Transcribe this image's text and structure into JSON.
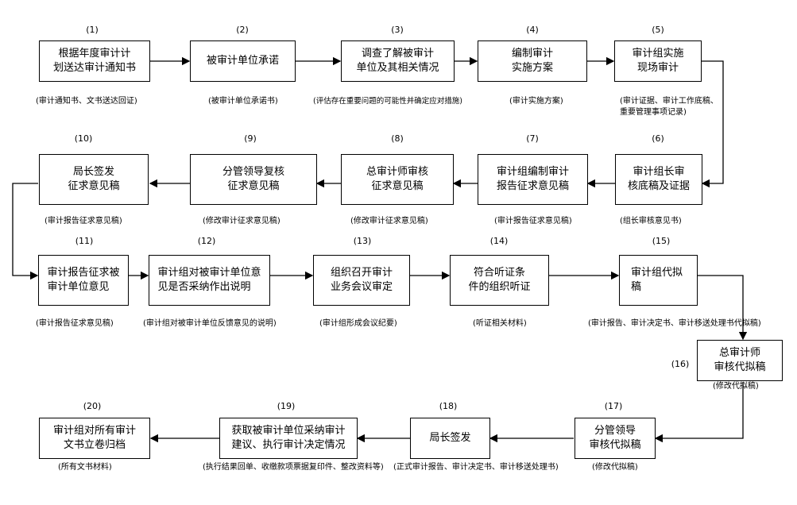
{
  "steps": [
    {
      "num": "(1)",
      "text": "根据年度审计计\n划送达审计通知书",
      "note": "(审计通知书、文书送达回证)"
    },
    {
      "num": "(2)",
      "text": "被审计单位承诺",
      "note": "(被审计单位承诺书)"
    },
    {
      "num": "(3)",
      "text": "调查了解被审计\n单位及其相关情况",
      "note": "(评估存在重要问题的可能性并确定应对措施)"
    },
    {
      "num": "(4)",
      "text": "编制审计\n实施方案",
      "note": "(审计实施方案)"
    },
    {
      "num": "(5)",
      "text": "审计组实施\n现场审计",
      "note": "(审计证据、审计工作底稿、\n重要管理事项记录)"
    },
    {
      "num": "(6)",
      "text": "审计组长审\n核底稿及证据",
      "note": "(组长审核意见书)"
    },
    {
      "num": "(7)",
      "text": "审计组编制审计\n报告征求意见稿",
      "note": "(审计报告征求意见稿)"
    },
    {
      "num": "(8)",
      "text": "总审计师审核\n征求意见稿",
      "note": "(修改审计征求意见稿)"
    },
    {
      "num": "(9)",
      "text": "分管领导复核\n征求意见稿",
      "note": "(修改审计征求意见稿)"
    },
    {
      "num": "(10)",
      "text": "局长签发\n征求意见稿",
      "note": "(审计报告征求意见稿)"
    },
    {
      "num": "(11)",
      "text": "审计报告征求被\n审计单位意见",
      "note": "(审计报告征求意见稿)"
    },
    {
      "num": "(12)",
      "text": "审计组对被审计单位意\n见是否采纳作出说明",
      "note": "(审计组对被审计单位反馈意见的说明)"
    },
    {
      "num": "(13)",
      "text": "组织召开审计\n业务会议审定",
      "note": "(审计组形成会议纪要)"
    },
    {
      "num": "(14)",
      "text": "符合听证条\n件的组织听证",
      "note": "(听证相关材料)"
    },
    {
      "num": "(15)",
      "text": "审计组代拟\n稿",
      "note": "(审计报告、审计决定书、审计移送处理书代拟稿)"
    },
    {
      "num": "(16)",
      "text": "总审计师\n审核代拟稿",
      "note": "(修改代拟稿)"
    },
    {
      "num": "(17)",
      "text": "分管领导\n审核代拟稿",
      "note": "(修改代拟稿)"
    },
    {
      "num": "(18)",
      "text": "局长签发",
      "note": "(正式审计报告、审计决定书、审计移送处理书)"
    },
    {
      "num": "(19)",
      "text": "获取被审计单位采纳审计\n建议、执行审计决定情况",
      "note": "(执行结果回单、收缴款项票据复印件、整改资料等)"
    },
    {
      "num": "(20)",
      "text": "审计组对所有审计\n文书立卷归档",
      "note": "(所有文书材料)"
    }
  ]
}
